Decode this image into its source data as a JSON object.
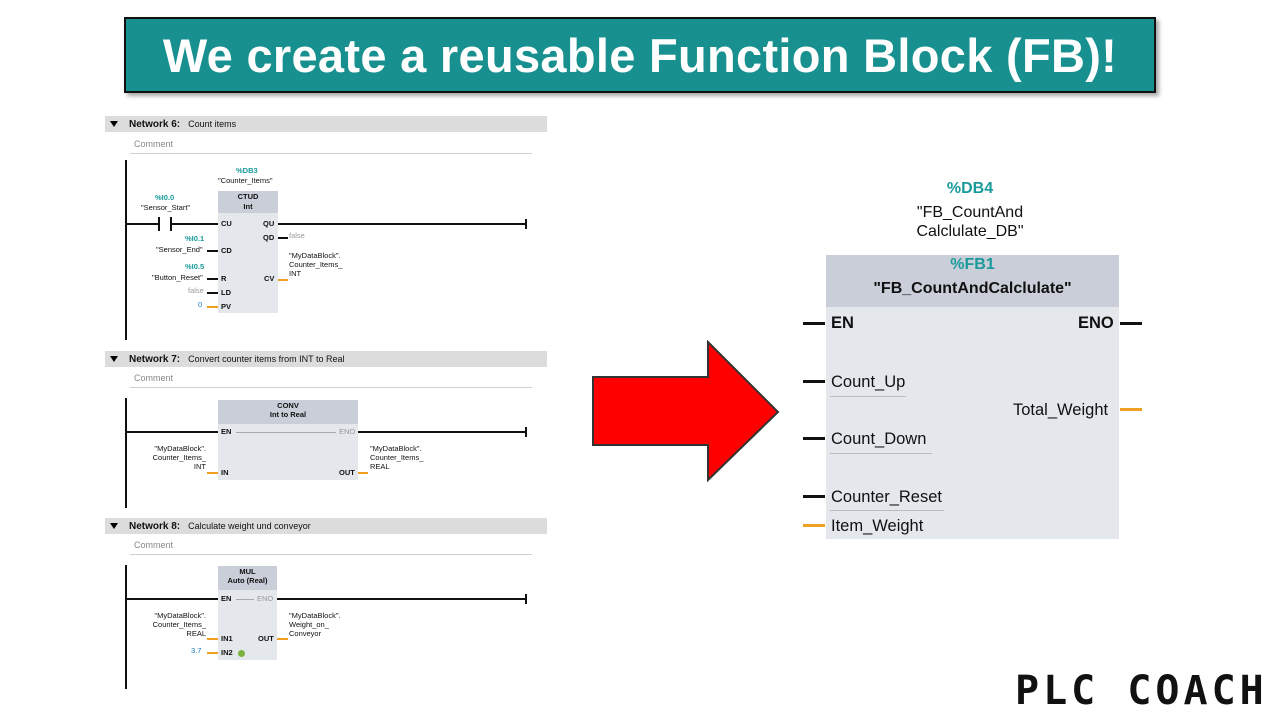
{
  "title": "We create a reusable Function Block (FB)!",
  "networks": [
    {
      "number": "Network 6:",
      "description": "Count items",
      "comment": "Comment",
      "db_addr": "%DB3",
      "db_name": "\"Counter_Items\"",
      "block_type": "CTUD",
      "block_subtype": "Int",
      "pins": {
        "cu": "CU",
        "cd": "CD",
        "r": "R",
        "ld": "LD",
        "pv": "PV",
        "qu": "QU",
        "qd": "QD",
        "cv": "CV"
      },
      "sensor_start_addr": "%I0.0",
      "sensor_start_name": "\"Sensor_Start\"",
      "sensor_end_addr": "%I0.1",
      "sensor_end_name": "\"Sensor_End\"",
      "button_reset_addr": "%I0.5",
      "button_reset_name": "\"Button_Reset\"",
      "ld_value": "false",
      "pv_value": "0",
      "qd_value": "false",
      "cv_out_1": "\"MyDataBlock\".",
      "cv_out_2": "Counter_Items_",
      "cv_out_3": "INT"
    },
    {
      "number": "Network 7:",
      "description": "Convert counter items from INT to Real",
      "comment": "Comment",
      "block_type": "CONV",
      "block_subtype": "Int  to  Real",
      "pins": {
        "en": "EN",
        "eno": "ENO",
        "in": "IN",
        "out": "OUT"
      },
      "in_1": "\"MyDataBlock\".",
      "in_2": "Counter_Items_",
      "in_3": "INT",
      "out_1": "\"MyDataBlock\".",
      "out_2": "Counter_Items_",
      "out_3": "REAL"
    },
    {
      "number": "Network 8:",
      "description": "Calculate weight und conveyor",
      "comment": "Comment",
      "block_type": "MUL",
      "block_subtype": "Auto (Real)",
      "pins": {
        "en": "EN",
        "eno": "ENO",
        "in1": "IN1",
        "in2": "IN2",
        "out": "OUT"
      },
      "in1_1": "\"MyDataBlock\".",
      "in1_2": "Counter_Items_",
      "in1_3": "REAL",
      "in2_value": "3.7",
      "out_1": "\"MyDataBlock\".",
      "out_2": "Weight_on_",
      "out_3": "Conveyor"
    }
  ],
  "fb": {
    "db_addr": "%DB4",
    "db_name_1": "\"FB_CountAnd",
    "db_name_2": "Calclulate_DB\"",
    "fb_addr": "%FB1",
    "fb_name": "\"FB_CountAndCalclulate\"",
    "en": "EN",
    "eno": "ENO",
    "count_up": "Count_Up",
    "count_down": "Count_Down",
    "counter_reset": "Counter_Reset",
    "item_weight": "Item_Weight",
    "total_weight": "Total_Weight"
  },
  "logo": "PLC COACH",
  "colors": {
    "banner": "#17908f",
    "arrow": "#ff0000",
    "teal": "#1a9a9a",
    "wire_orange": "#f0a020"
  }
}
